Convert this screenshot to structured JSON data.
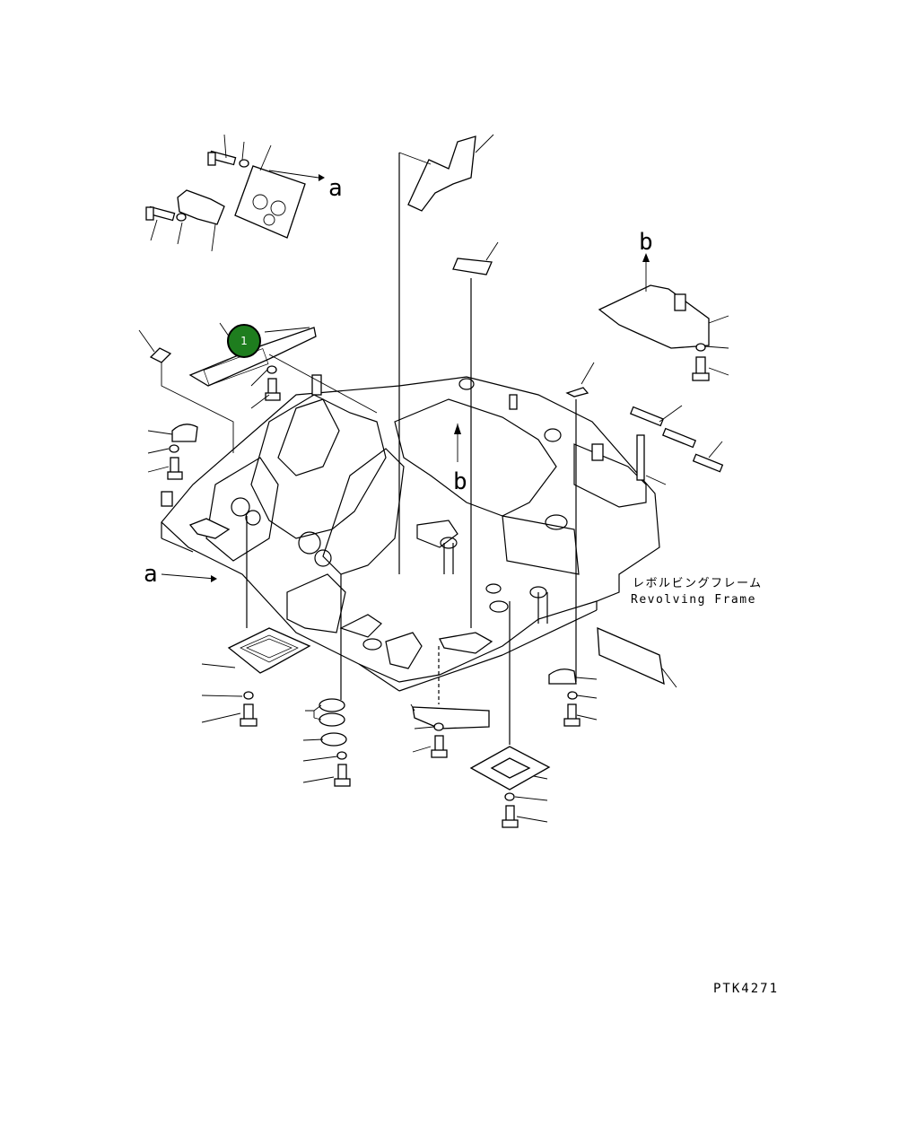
{
  "diagram": {
    "caption_jp": "レボルビングフレーム",
    "caption_en": "Revolving Frame",
    "drawing_code": "PTK4271",
    "view_labels": {
      "a_top": "a",
      "a_left": "a",
      "b_top": "b",
      "b_center": "b"
    },
    "callout": {
      "number": "1",
      "color": "#1e7d1e"
    }
  }
}
